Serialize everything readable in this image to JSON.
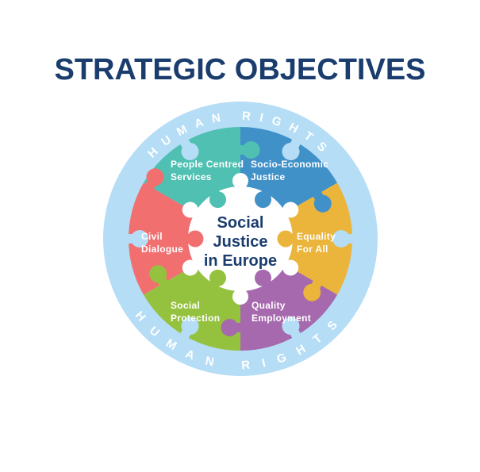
{
  "title": "STRATEGIC OBJECTIVES",
  "colors": {
    "navy": "#1B3D6E",
    "ring": "#B5DDF6",
    "white": "#FFFFFF",
    "teal": "#4FC0B2",
    "blue": "#4191C9",
    "yellow": "#EBB43B",
    "purple": "#A669AE",
    "green": "#95C23E",
    "red": "#F26F6F"
  },
  "diagram": {
    "ring_label_top": "HUMAN RIGHTS",
    "ring_label_bottom": "HUMAN RIGHTS",
    "center": {
      "line1": "Social",
      "line2": "Justice",
      "line3": "in Europe"
    },
    "pieces": [
      {
        "id": "people-centred-services",
        "label_line1": "People Centred",
        "label_line2": "Services",
        "color": "#4FC0B2"
      },
      {
        "id": "socio-economic-justice",
        "label_line1": "Socio-Economic",
        "label_line2": "Justice",
        "color": "#4191C9"
      },
      {
        "id": "equality-for-all",
        "label_line1": "Equality",
        "label_line2": "For All",
        "color": "#EBB43B"
      },
      {
        "id": "quality-employment",
        "label_line1": "Quality",
        "label_line2": "Employment",
        "color": "#A669AE"
      },
      {
        "id": "social-protection",
        "label_line1": "Social",
        "label_line2": "Protection",
        "color": "#95C23E"
      },
      {
        "id": "civil-dialogue",
        "label_line1": "Civil",
        "label_line2": "Dialogue",
        "color": "#F26F6F"
      }
    ]
  }
}
